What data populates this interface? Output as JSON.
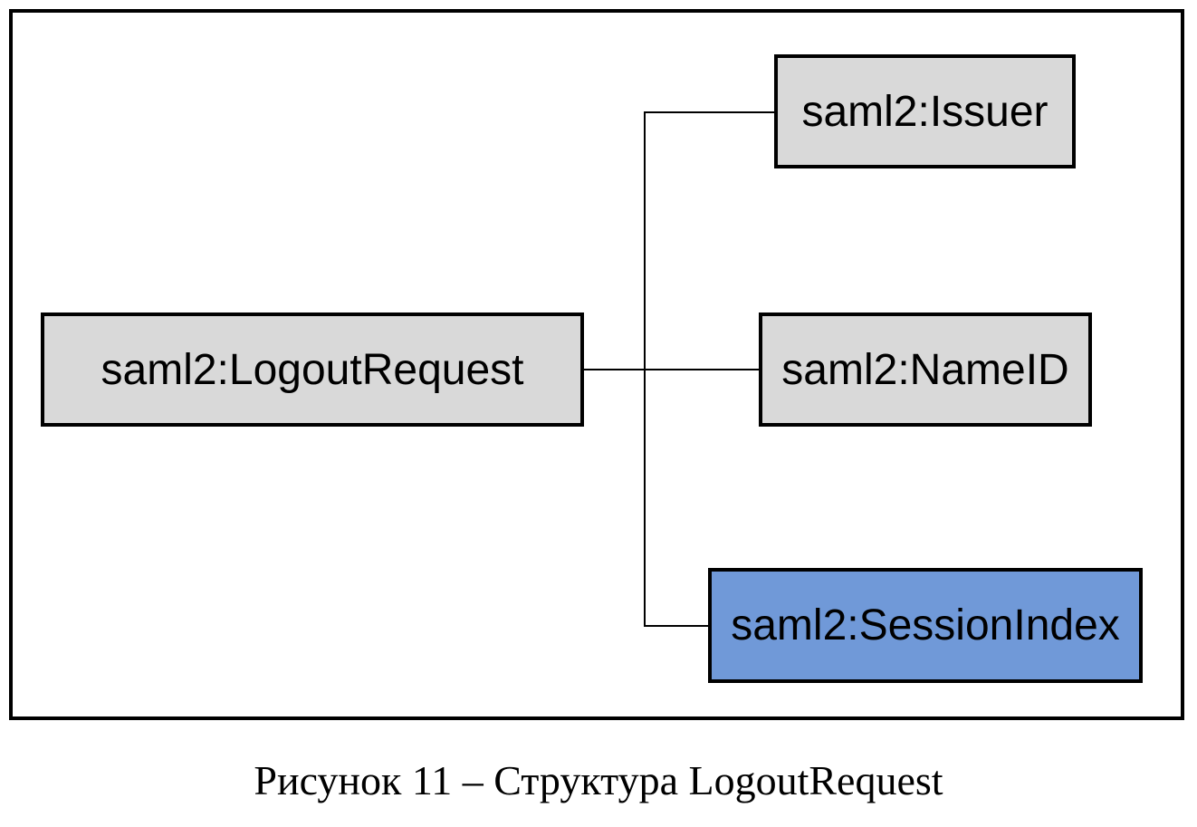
{
  "diagram": {
    "root": {
      "label": "saml2:LogoutRequest"
    },
    "children": [
      {
        "label": "saml2:Issuer",
        "highlighted": false
      },
      {
        "label": "saml2:NameID",
        "highlighted": false
      },
      {
        "label": "saml2:SessionIndex",
        "highlighted": true
      }
    ],
    "colors": {
      "node_fill": "#d9d9d9",
      "highlight_fill": "#7099d8",
      "border": "#000000",
      "connector": "#000000",
      "background": "#ffffff"
    }
  },
  "caption": {
    "text": "Рисунок 11 – Структура LogoutRequest"
  }
}
